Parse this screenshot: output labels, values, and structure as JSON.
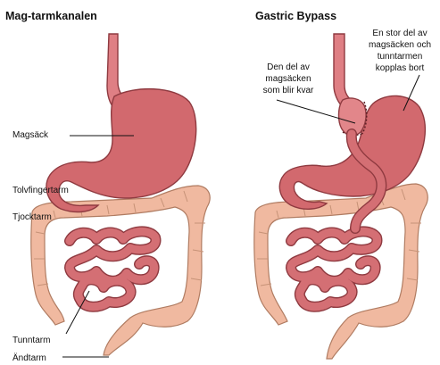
{
  "left": {
    "title": "Mag-tarmkanalen",
    "labels": {
      "stomach": "Magsäck",
      "duodenum": "Tolvfingertarm",
      "colon": "Tjocktarm",
      "small_intestine": "Tunntarm",
      "rectum": "Ändtarm"
    }
  },
  "right": {
    "title": "Gastric Bypass",
    "pouch_label": [
      "Den del av",
      "magsäcken",
      "som blir kvar"
    ],
    "bypassed_label": [
      "En stor del av",
      "magsäcken och",
      "tunntarmen",
      "kopplas bort"
    ]
  },
  "colors": {
    "stomach": "#d2696e",
    "intestine": "#d46f74",
    "colon": "#f0b9a0",
    "outline": "#8f3a40"
  }
}
